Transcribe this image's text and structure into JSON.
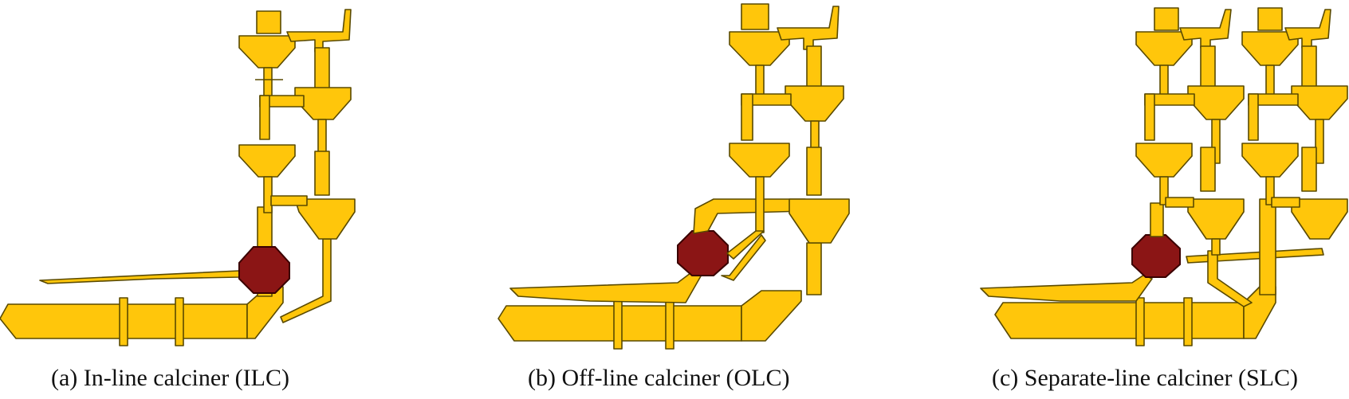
{
  "figure": {
    "panels": [
      {
        "id": "a",
        "caption": "(a) In-line calciner (ILC)"
      },
      {
        "id": "b",
        "caption": "(b) Off-line calciner (OLC)"
      },
      {
        "id": "c",
        "caption": "(c) Separate-line calciner (SLC)"
      }
    ],
    "colors": {
      "equipment": "#FFC60B",
      "outline": "#5a4a00",
      "calciner": "#8B1515",
      "background": "#ffffff"
    }
  }
}
